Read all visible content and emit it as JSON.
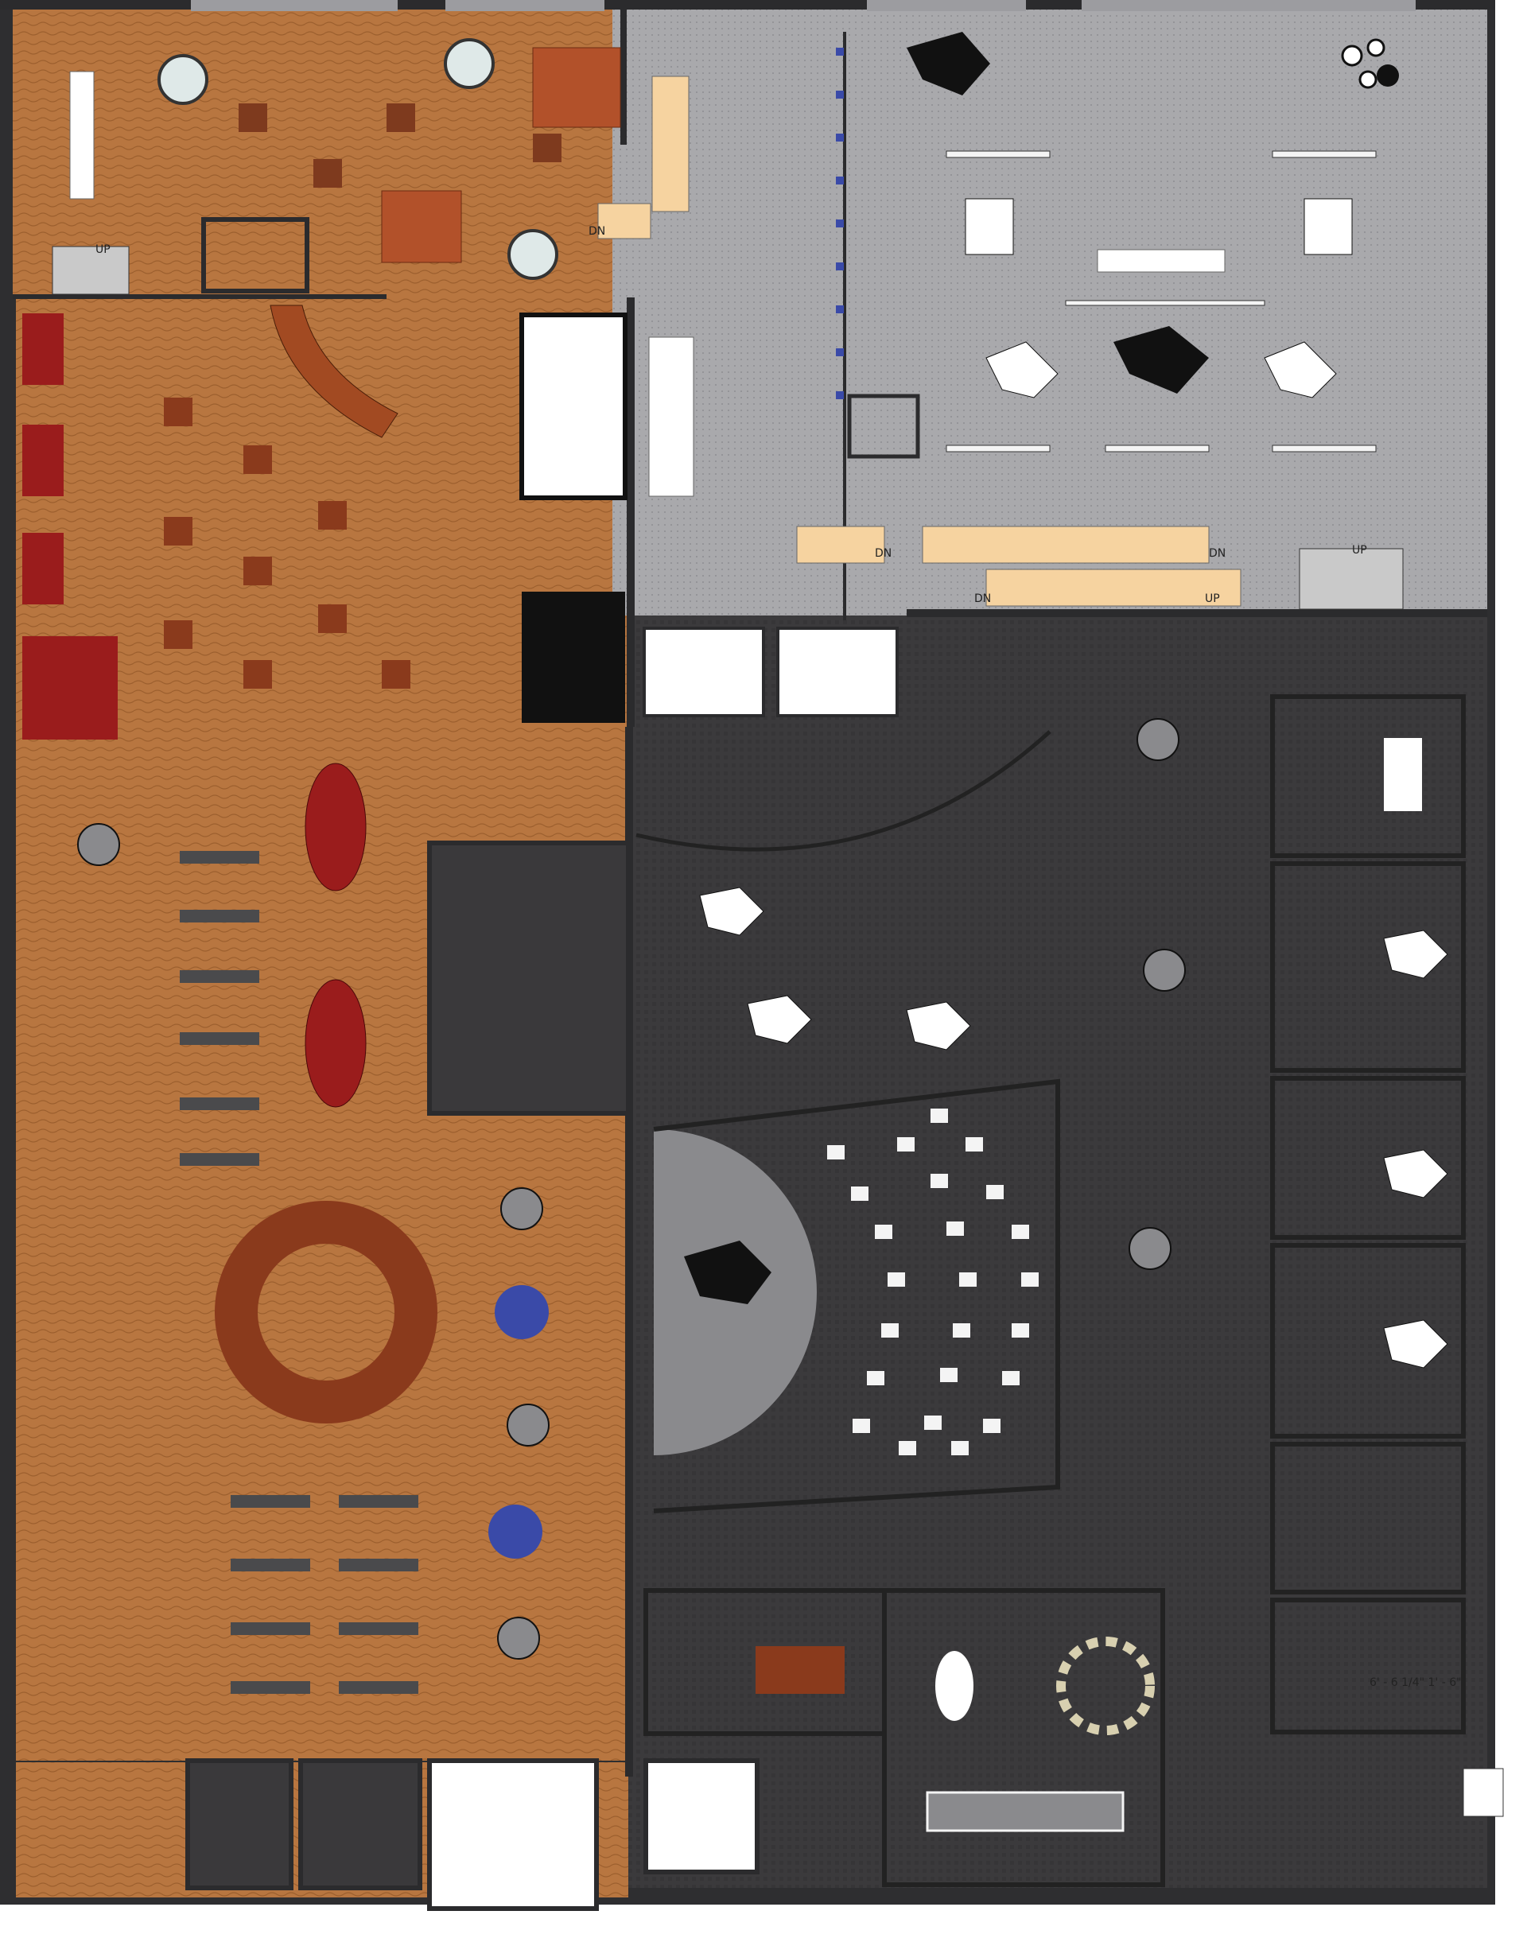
{
  "labels": {
    "up_left": "UP",
    "dn_left": "DN",
    "dn_ramp_1": "DN",
    "dn_ramp_2": "DN",
    "up_ramp": "UP",
    "dn_ramp_3": "DN",
    "up_right": "UP",
    "dimension_note": "6' - 6 1/4\" 1' - 6\""
  },
  "colors": {
    "wood_floor": "#b87640",
    "tile_floor": "#a8a8ab",
    "dark_floor": "#3a393b",
    "wall": "#2b2b2d",
    "accent_red": "#9a1c1c",
    "accent_blue": "#3a4aa8",
    "counter": "#f6d3a0"
  }
}
